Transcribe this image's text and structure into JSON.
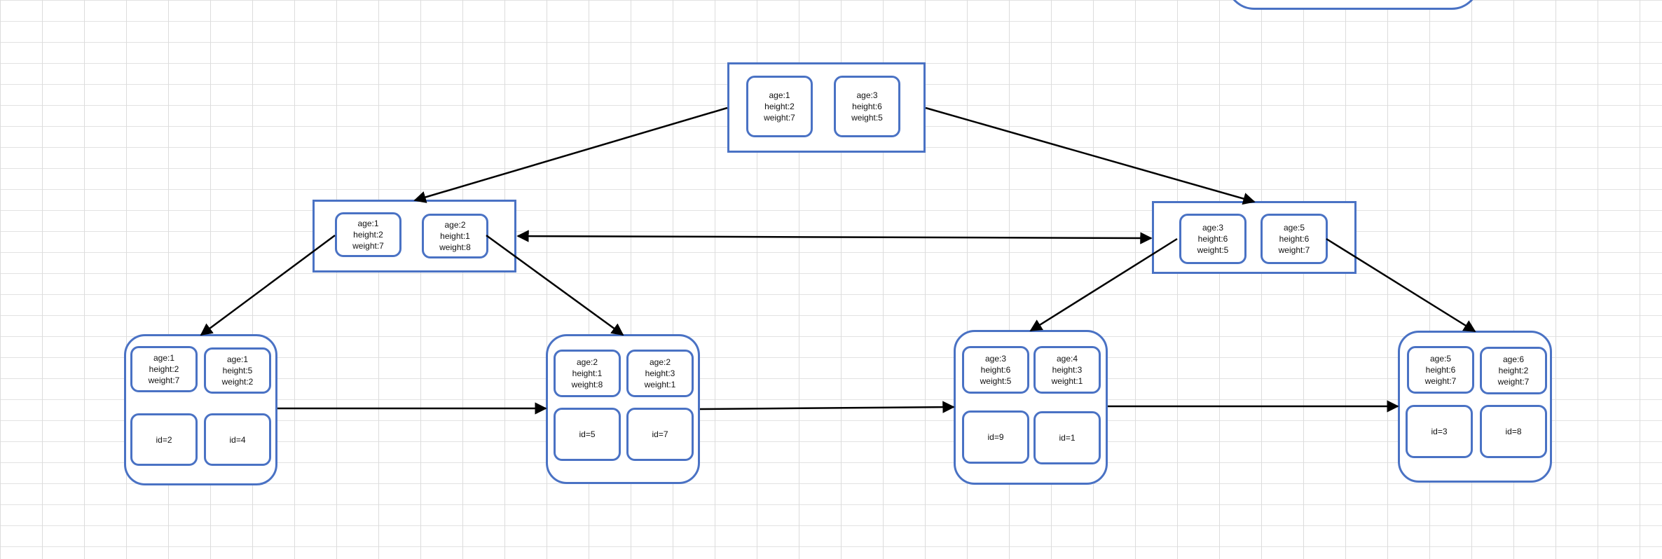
{
  "nodes": {
    "root": {
      "keys": [
        {
          "age": "age:1",
          "height": "height:2",
          "weight": "weight:7"
        },
        {
          "age": "age:3",
          "height": "height:6",
          "weight": "weight:5"
        }
      ]
    },
    "inner_left": {
      "keys": [
        {
          "age": "age:1",
          "height": "height:2",
          "weight": "weight:7"
        },
        {
          "age": "age:2",
          "height": "height:1",
          "weight": "weight:8"
        }
      ]
    },
    "inner_right": {
      "keys": [
        {
          "age": "age:3",
          "height": "height:6",
          "weight": "weight:5"
        },
        {
          "age": "age:5",
          "height": "height:6",
          "weight": "weight:7"
        }
      ]
    },
    "leaf1": {
      "keys": [
        {
          "age": "age:1",
          "height": "height:2",
          "weight": "weight:7"
        },
        {
          "age": "age:1",
          "height": "height:5",
          "weight": "weight:2"
        }
      ],
      "ids": [
        "id=2",
        "id=4"
      ]
    },
    "leaf2": {
      "keys": [
        {
          "age": "age:2",
          "height": "height:1",
          "weight": "weight:8"
        },
        {
          "age": "age:2",
          "height": "height:3",
          "weight": "weight:1"
        }
      ],
      "ids": [
        "id=5",
        "id=7"
      ]
    },
    "leaf3": {
      "keys": [
        {
          "age": "age:3",
          "height": "height:6",
          "weight": "weight:5"
        },
        {
          "age": "age:4",
          "height": "height:3",
          "weight": "weight:1"
        }
      ],
      "ids": [
        "id=9",
        "id=1"
      ]
    },
    "leaf4": {
      "keys": [
        {
          "age": "age:5",
          "height": "height:6",
          "weight": "weight:7"
        },
        {
          "age": "age:6",
          "height": "height:2",
          "weight": "weight:7"
        }
      ],
      "ids": [
        "id=3",
        "id=8"
      ]
    }
  },
  "colors": {
    "border": "#4a72c4",
    "arrow": "#000000"
  }
}
